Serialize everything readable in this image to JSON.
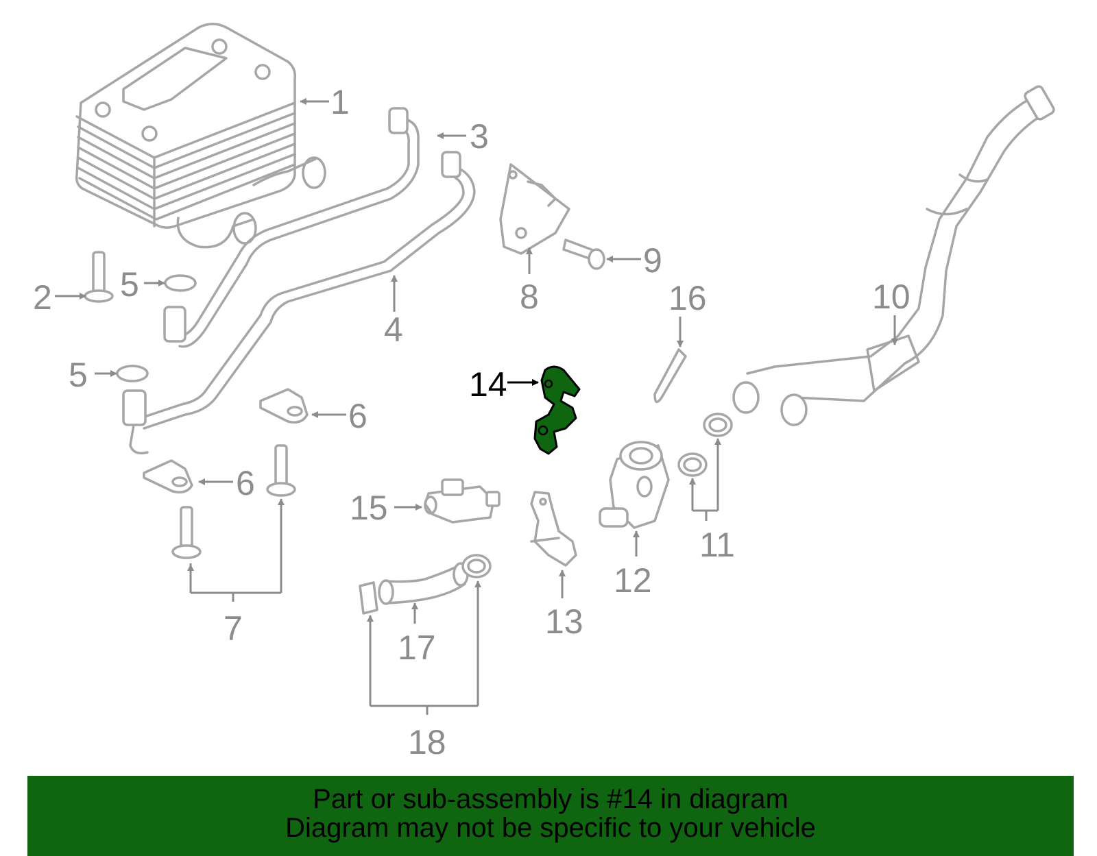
{
  "diagram": {
    "callouts": [
      "1",
      "2",
      "3",
      "4",
      "5",
      "5",
      "6",
      "6",
      "7",
      "8",
      "9",
      "10",
      "11",
      "12",
      "13",
      "14",
      "15",
      "16",
      "17",
      "18"
    ],
    "highlighted_part": "14",
    "highlight_color": "#106510",
    "part_color": "#a6a6a6"
  },
  "banner": {
    "line1": "Part or sub-assembly is #14 in diagram",
    "line2": "Diagram may not be specific to your vehicle",
    "background": "#106510"
  }
}
